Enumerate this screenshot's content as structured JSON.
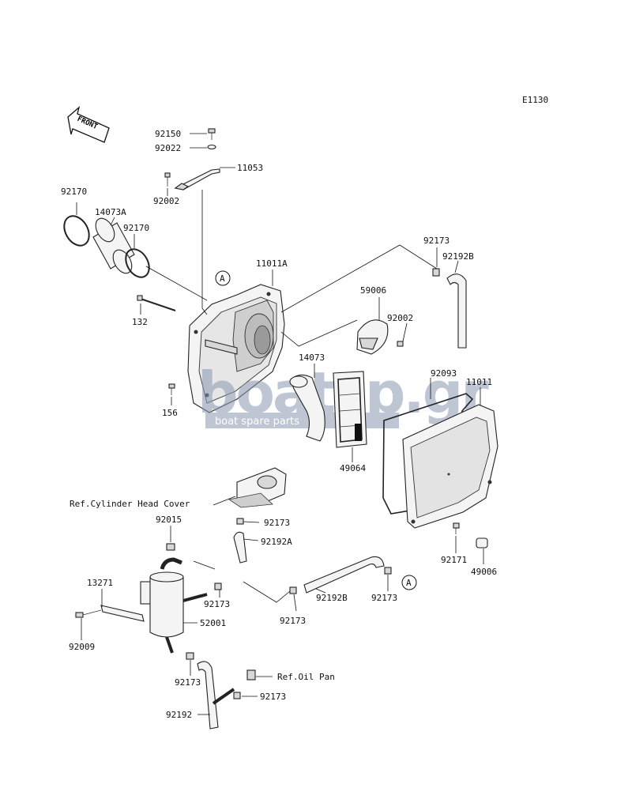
{
  "diagram_code": "E1130",
  "front_arrow_label": "FRONT",
  "callout_marker": "A",
  "refs": {
    "cylinder_head_cover": "Ref.Cylinder Head Cover",
    "oil_pan": "Ref.Oil Pan"
  },
  "watermark": {
    "brand": "boatsp.gr",
    "tagline": "boat spare parts"
  },
  "labels": {
    "p92150": "92150",
    "p92022": "92022",
    "p11053": "11053",
    "p92002_top": "92002",
    "p92170_left": "92170",
    "p14073A": "14073A",
    "p92170_right": "92170",
    "p11011A": "11011A",
    "p132": "132",
    "p156": "156",
    "p92173_top": "92173",
    "p92192B_top": "92192B",
    "p59006": "59006",
    "p92002_mid": "92002",
    "p14073": "14073",
    "p92093": "92093",
    "p11011": "11011",
    "p49064": "49064",
    "p92171": "92171",
    "p49006": "49006",
    "p92015": "92015",
    "p92173_a": "92173",
    "p92192A": "92192A",
    "p13271": "13271",
    "p92009": "92009",
    "p92173_b": "92173",
    "p52001": "52001",
    "p92173_c": "92173",
    "p92192B_low": "92192B",
    "p92173_d": "92173",
    "p92173_e": "92173",
    "p92192": "92192",
    "p92173_f": "92173"
  }
}
